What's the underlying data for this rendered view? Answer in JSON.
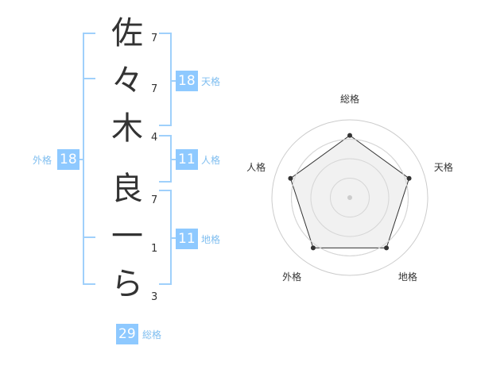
{
  "name": {
    "chars": [
      {
        "char": "佐",
        "strokes": "7"
      },
      {
        "char": "々",
        "strokes": "7"
      },
      {
        "char": "木",
        "strokes": "4"
      },
      {
        "char": "良",
        "strokes": "7"
      },
      {
        "char": "一",
        "strokes": "1"
      },
      {
        "char": "ら",
        "strokes": "3"
      }
    ]
  },
  "fortunes": {
    "tenkaku": {
      "label": "天格",
      "value": "18"
    },
    "jinkaku": {
      "label": "人格",
      "value": "11"
    },
    "chikaku": {
      "label": "地格",
      "value": "11"
    },
    "gaikaku": {
      "label": "外格",
      "value": "18"
    },
    "soukaku": {
      "label": "総格",
      "value": "29"
    }
  },
  "colors": {
    "badge": "#8ec9ff",
    "bracket": "#9fd0fb",
    "kaku_label": "#7fbef0",
    "radar_fill": "#eeeeee",
    "radar_ring": "#cccccc"
  },
  "chart_data": {
    "type": "radar",
    "axes": [
      "総格",
      "天格",
      "地格",
      "外格",
      "人格"
    ],
    "values": [
      0.8,
      0.8,
      0.8,
      0.8,
      0.8
    ],
    "range": [
      0,
      1
    ],
    "rings": 4
  }
}
